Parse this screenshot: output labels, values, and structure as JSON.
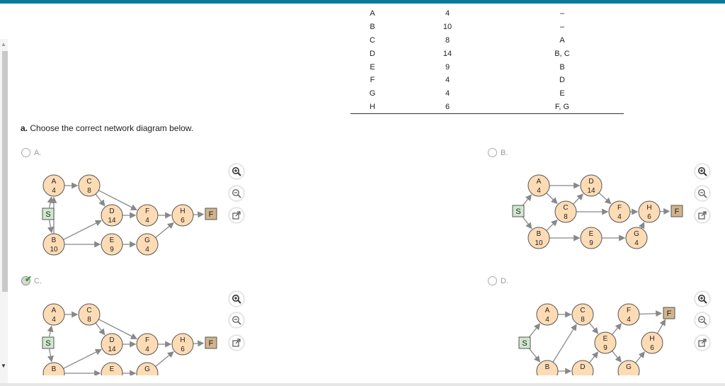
{
  "table": {
    "rows": [
      {
        "activity": "A",
        "time": "4",
        "predecessor": "–"
      },
      {
        "activity": "B",
        "time": "10",
        "predecessor": "–"
      },
      {
        "activity": "C",
        "time": "8",
        "predecessor": "A"
      },
      {
        "activity": "D",
        "time": "14",
        "predecessor": "B, C"
      },
      {
        "activity": "E",
        "time": "9",
        "predecessor": "B"
      },
      {
        "activity": "F",
        "time": "4",
        "predecessor": "D"
      },
      {
        "activity": "G",
        "time": "4",
        "predecessor": "E"
      },
      {
        "activity": "H",
        "time": "6",
        "predecessor": "F, G"
      }
    ]
  },
  "question": {
    "prefix": "a.",
    "text": " Choose the correct network diagram below."
  },
  "options": [
    {
      "id": "A",
      "label": "A.",
      "selected": false
    },
    {
      "id": "B",
      "label": "B.",
      "selected": false
    },
    {
      "id": "C",
      "label": "C.",
      "selected": true
    },
    {
      "id": "D",
      "label": "D.",
      "selected": false
    }
  ],
  "diagram_labels": {
    "start": "S",
    "finish": "F"
  },
  "diagrams": {
    "A": {
      "nodes": [
        {
          "id": "A",
          "name": "A",
          "t": "4"
        },
        {
          "id": "C",
          "name": "C",
          "t": "8"
        },
        {
          "id": "D",
          "name": "D",
          "t": "14"
        },
        {
          "id": "F",
          "name": "F",
          "t": "4"
        },
        {
          "id": "H",
          "name": "H",
          "t": "6"
        },
        {
          "id": "B",
          "name": "B",
          "t": "10"
        },
        {
          "id": "E",
          "name": "E",
          "t": "9"
        },
        {
          "id": "G",
          "name": "G",
          "t": "4"
        }
      ]
    },
    "B": {
      "nodes": [
        {
          "id": "A",
          "name": "A",
          "t": "4"
        },
        {
          "id": "D",
          "name": "D",
          "t": "14"
        },
        {
          "id": "C",
          "name": "C",
          "t": "8"
        },
        {
          "id": "F",
          "name": "F",
          "t": "4"
        },
        {
          "id": "H",
          "name": "H",
          "t": "6"
        },
        {
          "id": "G",
          "name": "G",
          "t": "4"
        },
        {
          "id": "B",
          "name": "B",
          "t": "10"
        },
        {
          "id": "E",
          "name": "E",
          "t": "9"
        }
      ]
    },
    "C": {
      "nodes": [
        {
          "id": "A",
          "name": "A",
          "t": "4"
        },
        {
          "id": "C",
          "name": "C",
          "t": "8"
        },
        {
          "id": "D",
          "name": "D",
          "t": "14"
        },
        {
          "id": "F",
          "name": "F",
          "t": "4"
        },
        {
          "id": "H",
          "name": "H",
          "t": "6"
        },
        {
          "id": "B",
          "name": "B",
          "t": ""
        },
        {
          "id": "E",
          "name": "E",
          "t": ""
        },
        {
          "id": "G",
          "name": "G",
          "t": ""
        }
      ]
    },
    "D": {
      "nodes": [
        {
          "id": "A",
          "name": "A",
          "t": "4"
        },
        {
          "id": "C",
          "name": "C",
          "t": "8"
        },
        {
          "id": "F",
          "name": "F",
          "t": "4"
        },
        {
          "id": "E",
          "name": "E",
          "t": "9"
        },
        {
          "id": "H",
          "name": "H",
          "t": "6"
        },
        {
          "id": "B",
          "name": "B",
          "t": ""
        },
        {
          "id": "D",
          "name": "D",
          "t": ""
        },
        {
          "id": "G",
          "name": "G",
          "t": ""
        }
      ]
    }
  },
  "icons": {
    "zoom_in": "zoom-in-icon",
    "zoom_out": "zoom-out-icon",
    "popout": "popout-icon"
  }
}
